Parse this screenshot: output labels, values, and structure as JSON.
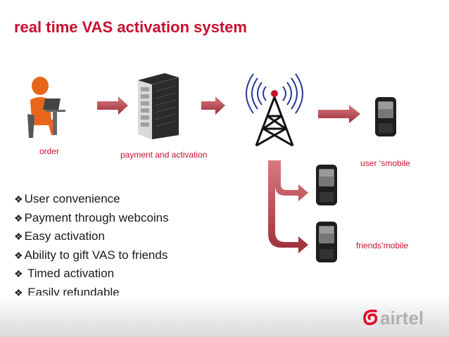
{
  "title": "real time VAS activation system",
  "captions": {
    "order": "order",
    "payment": "payment and activation",
    "user_mobile": "user ‘smobile",
    "friends_mobile": "friends’mobile"
  },
  "bullets": [
    "User convenience",
    "Payment through webcoins",
    "Easy  activation",
    "Ability to gift VAS to friends",
    " Timed activation",
    " Easily refundable"
  ],
  "bullet_marker": "❖",
  "brand": {
    "logo_text": "airtel"
  },
  "colors": {
    "accent": "#c8102e",
    "arrow": "#b5414a",
    "text": "#1a1a1a"
  },
  "icons": [
    "person-at-laptop-icon",
    "server-rack-icon",
    "antenna-tower-icon",
    "mobile-phone-icon"
  ]
}
